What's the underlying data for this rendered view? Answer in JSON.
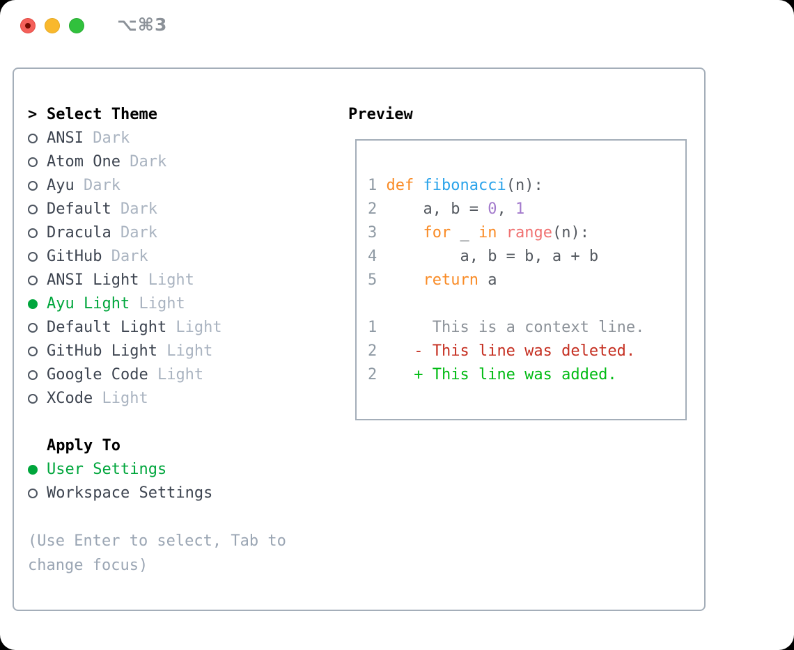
{
  "window": {
    "title": "⌥⌘3"
  },
  "traffic_lights": [
    "close",
    "minimize",
    "zoom"
  ],
  "colors": {
    "green": "#00a63c",
    "keyword": "#f98b26",
    "function": "#2aa3ea",
    "number": "#a37acc",
    "special": "#f07171",
    "code_plain": "#53585f",
    "lineno": "#8e99a3",
    "diff_context": "#8c9299",
    "diff_deleted": "#c52f21",
    "diff_added": "#00bb13",
    "item_text": "#3d4450",
    "variant_text": "#a9b3c0",
    "help_text": "#9aa5b3",
    "border": "#a4aeb9"
  },
  "theme_panel": {
    "prompt": ">",
    "title": "Select Theme",
    "themes": [
      {
        "name": "ANSI",
        "variant": "Dark",
        "selected": false
      },
      {
        "name": "Atom One",
        "variant": "Dark",
        "selected": false
      },
      {
        "name": "Ayu",
        "variant": "Dark",
        "selected": false
      },
      {
        "name": "Default",
        "variant": "Dark",
        "selected": false
      },
      {
        "name": "Dracula",
        "variant": "Dark",
        "selected": false
      },
      {
        "name": "GitHub",
        "variant": "Dark",
        "selected": false
      },
      {
        "name": "ANSI Light",
        "variant": "Light",
        "selected": false
      },
      {
        "name": "Ayu Light",
        "variant": "Light",
        "selected": true
      },
      {
        "name": "Default Light",
        "variant": "Light",
        "selected": false
      },
      {
        "name": "GitHub Light",
        "variant": "Light",
        "selected": false
      },
      {
        "name": "Google Code",
        "variant": "Light",
        "selected": false
      },
      {
        "name": "XCode",
        "variant": "Light",
        "selected": false
      }
    ],
    "apply_to": {
      "title": "Apply To",
      "options": [
        {
          "label": "User Settings",
          "selected": true
        },
        {
          "label": "Workspace Settings",
          "selected": false
        }
      ]
    },
    "help": "(Use Enter to select, Tab to change focus)"
  },
  "preview": {
    "title": "Preview",
    "lines": [
      {
        "tokens": [
          [
            "lineno",
            "1 "
          ],
          [
            "kw",
            "def"
          ],
          [
            "plain",
            " "
          ],
          [
            "fn",
            "fibonacci"
          ],
          [
            "plain",
            "(n):"
          ]
        ]
      },
      {
        "tokens": [
          [
            "lineno",
            "2 "
          ],
          [
            "plain",
            "    a, b = "
          ],
          [
            "num",
            "0"
          ],
          [
            "plain",
            ", "
          ],
          [
            "num",
            "1"
          ]
        ]
      },
      {
        "tokens": [
          [
            "lineno",
            "3 "
          ],
          [
            "plain",
            "    "
          ],
          [
            "kw",
            "for"
          ],
          [
            "plain",
            " _ "
          ],
          [
            "kw",
            "in"
          ],
          [
            "plain",
            " "
          ],
          [
            "sp",
            "range"
          ],
          [
            "plain",
            "(n):"
          ]
        ]
      },
      {
        "tokens": [
          [
            "lineno",
            "4 "
          ],
          [
            "plain",
            "        a, b = b, a + b"
          ]
        ]
      },
      {
        "tokens": [
          [
            "lineno",
            "5 "
          ],
          [
            "plain",
            "    "
          ],
          [
            "kw",
            "return"
          ],
          [
            "plain",
            " a"
          ]
        ]
      },
      {
        "tokens": []
      },
      {
        "tokens": [
          [
            "lineno",
            "1 "
          ],
          [
            "ctx",
            "     This is a context line."
          ]
        ]
      },
      {
        "tokens": [
          [
            "lineno",
            "2 "
          ],
          [
            "del",
            "   - This line was deleted."
          ]
        ]
      },
      {
        "tokens": [
          [
            "lineno",
            "2 "
          ],
          [
            "add",
            "   + This line was added."
          ]
        ]
      }
    ]
  }
}
